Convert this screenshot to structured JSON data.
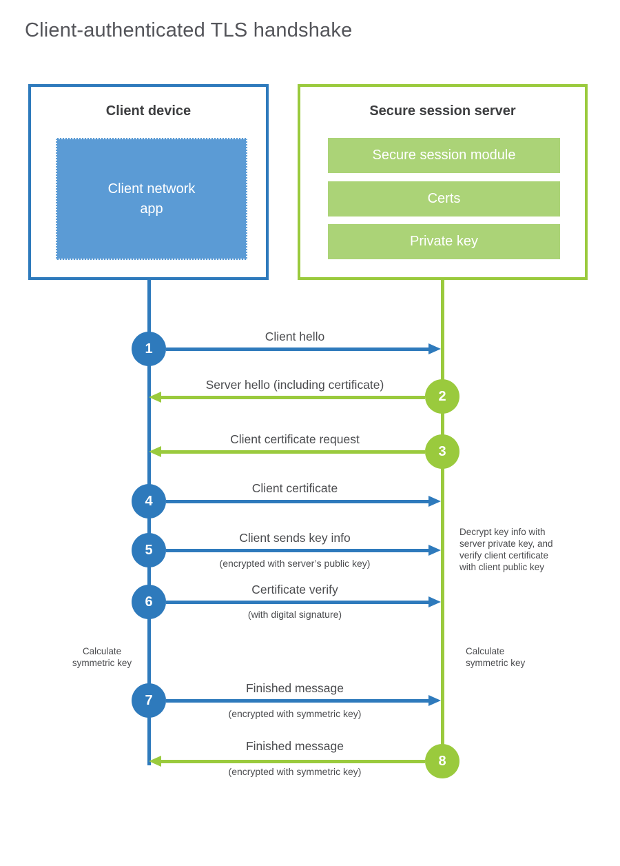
{
  "title": "Client-authenticated TLS handshake",
  "colors": {
    "blue_primary": "#2e7abc",
    "blue_fill": "#5b9bd5",
    "green_primary": "#9aca3d",
    "green_fill": "#abd377",
    "heading_text": "#3d3e40",
    "label_text": "#4b4c4f"
  },
  "client": {
    "title": "Client device",
    "app_label": "Client network\napp"
  },
  "server": {
    "title": "Secure session server",
    "modules": [
      "Secure session module",
      "Certs",
      "Private key"
    ]
  },
  "steps": [
    {
      "num": "1",
      "label": "Client hello",
      "from": "client",
      "to": "server"
    },
    {
      "num": "2",
      "label": "Server hello (including certificate)",
      "from": "server",
      "to": "client"
    },
    {
      "num": "3",
      "label": "Client certificate request",
      "from": "server",
      "to": "client"
    },
    {
      "num": "4",
      "label": "Client certificate",
      "from": "client",
      "to": "server"
    },
    {
      "num": "5",
      "label": "Client sends key info",
      "sub": "(encrypted with server’s public key)",
      "from": "client",
      "to": "server"
    },
    {
      "num": "6",
      "label": "Certificate verify",
      "sub": "(with digital signature)",
      "from": "client",
      "to": "server"
    },
    {
      "num": "7",
      "label": "Finished message",
      "sub": "(encrypted with symmetric key)",
      "from": "client",
      "to": "server"
    },
    {
      "num": "8",
      "label": "Finished message",
      "sub": "(encrypted with symmetric key)",
      "from": "server",
      "to": "client"
    }
  ],
  "notes": {
    "decrypt": "Decrypt key info with\nserver private key, and\nverify client certificate\nwith client public key",
    "calc_left": "Calculate\nsymmetric key",
    "calc_right": "Calculate\nsymmetric key"
  }
}
